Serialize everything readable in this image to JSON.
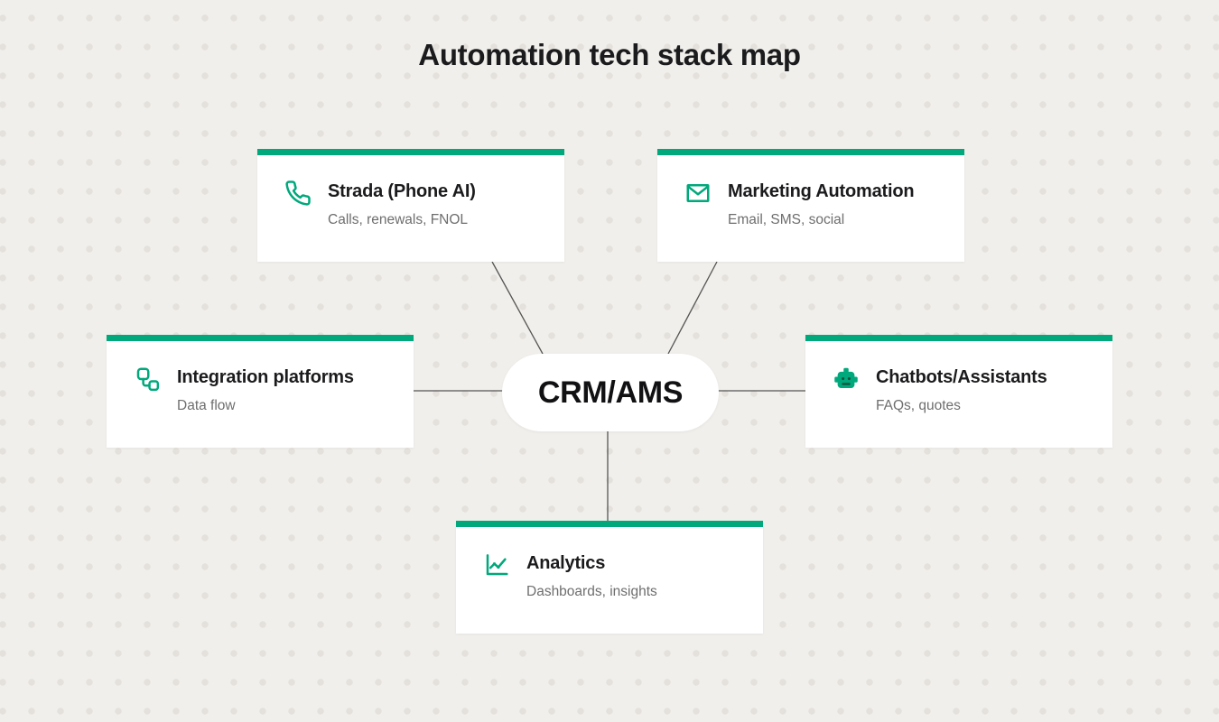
{
  "title": "Automation tech stack map",
  "center": {
    "label": "CRM/AMS"
  },
  "colors": {
    "accent_green": "#00a87b",
    "background": "#f1efeb",
    "dot": "#e4e1dc",
    "connector": "#555555",
    "title_text": "#1b1b1d",
    "subtitle_text": "#6e6e6e",
    "card_background": "#ffffff"
  },
  "cards": [
    {
      "id": "strada",
      "icon": "phone-icon",
      "title": "Strada (Phone AI)",
      "subtitle": "Calls, renewals, FNOL"
    },
    {
      "id": "marketing",
      "icon": "mail-icon",
      "title": "Marketing Automation",
      "subtitle": "Email, SMS, social"
    },
    {
      "id": "integration",
      "icon": "integration-icon",
      "title": "Integration platforms",
      "subtitle": "Data flow"
    },
    {
      "id": "chatbots",
      "icon": "robot-icon",
      "title": "Chatbots/Assistants",
      "subtitle": "FAQs, quotes"
    },
    {
      "id": "analytics",
      "icon": "line-chart-icon",
      "title": "Analytics",
      "subtitle": "Dashboards, insights"
    }
  ],
  "edges": [
    {
      "from": "strada",
      "to": "center"
    },
    {
      "from": "marketing",
      "to": "center"
    },
    {
      "from": "integration",
      "to": "center"
    },
    {
      "from": "chatbots",
      "to": "center"
    },
    {
      "from": "analytics",
      "to": "center"
    }
  ]
}
